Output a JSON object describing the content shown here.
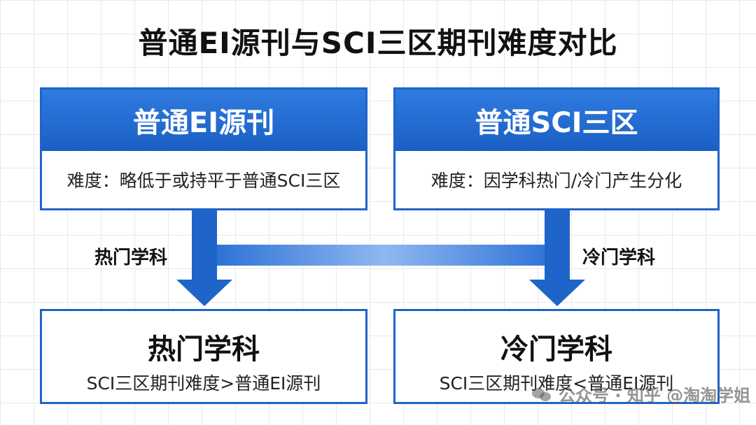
{
  "title": "普通EI源刊与SCI三区期刊难度对比",
  "left_box": {
    "header": "普通EI源刊",
    "body": "难度：略低于或持平于普通SCI三区"
  },
  "right_box": {
    "header": "普通SCI三区",
    "body": "难度：因学科热门/冷门产生分化"
  },
  "arrows": {
    "left_label": "热门学科",
    "right_label": "冷门学科"
  },
  "result_left": {
    "title": "热门学科",
    "desc": "SCI三区期刊难度>普通EI源刊"
  },
  "result_right": {
    "title": "冷门学科",
    "desc": "SCI三区期刊难度<普通EI源刊"
  },
  "watermark": {
    "icon": "wechat-icon",
    "text": "公众号 · 知乎 @淘淘学姐"
  },
  "colors": {
    "primary": "#1f64c8",
    "connector": "#4f8fe6"
  }
}
